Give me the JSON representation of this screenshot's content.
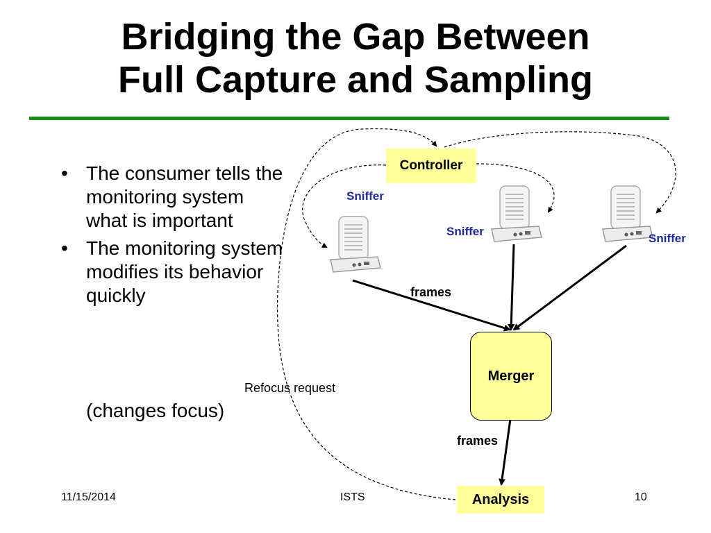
{
  "slide": {
    "title_line1": "Bridging the Gap Between",
    "title_line2": "Full Capture and Sampling",
    "bullets": [
      "The consumer tells the monitoring system what is important",
      "The monitoring system modifies its behavior quickly"
    ],
    "sub_text": "(changes focus)"
  },
  "diagram": {
    "controller": "Controller",
    "merger": "Merger",
    "analysis": "Analysis",
    "sniffer_label": "Sniffer",
    "frames_label": "frames",
    "refocus_label": "Refocus request",
    "device_icon": "wireless-access-point-icon",
    "box_fill": "#ffff99",
    "sniffer_label_color": "#1f2a9e",
    "title_rule_color": "#1a8a1a"
  },
  "footer": {
    "date": "11/15/2014",
    "center": "ISTS",
    "page": "10"
  }
}
